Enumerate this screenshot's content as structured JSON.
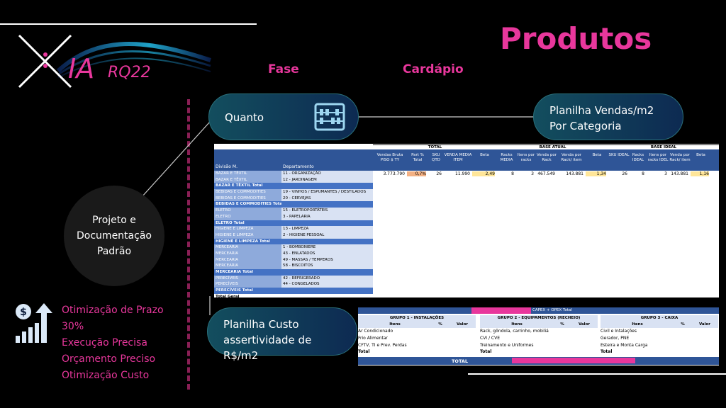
{
  "logo": {
    "text_ia": "IA",
    "text_rq": "RQ22"
  },
  "title": "Produtos",
  "columns": {
    "fase": "Fase",
    "cardapio": "Cardápio"
  },
  "pills": {
    "quanto": "Quanto",
    "vendas_line1": "Planilha Vendas/m2",
    "vendas_line2": "Por Categoria",
    "custo_line1": "Planilha Custo",
    "custo_line2": "assertividade de R$/m2"
  },
  "circle": {
    "line1": "Projeto e",
    "line2": "Documentação",
    "line3": "Padrão"
  },
  "benefits": [
    "Otimização de Prazo",
    "30%",
    "Execução Precisa",
    "Orçamento Preciso",
    "Otimização Custo"
  ],
  "sheet1": {
    "groups": {
      "total": "TOTAL",
      "base_atual": "BASE ATUAL",
      "base_ideal": "BASE IDEAL"
    },
    "left_headers": {
      "divisao": "Divisão M.",
      "departamento": "Departamento"
    },
    "col_headers": [
      "Vendas Bruta PISO $ TY",
      "Part % Total",
      "SKU QTD",
      "VENDA MEDIA ITEM",
      "Beta",
      "Racks MEDIA",
      "Itens por racks",
      "Venda por Rack",
      "Venda por Rack/ item",
      "Beta",
      "SKU IDEAL",
      "Racks IDEAL",
      "Itens por racks IDEL",
      "Venda por Rack/ item",
      "Beta"
    ],
    "first_row_values": [
      "3.773.790",
      "0,7%",
      "26",
      "11.990",
      "2,49",
      "8",
      "3",
      "467.549",
      "143.881",
      "1,34",
      "26",
      "8",
      "3",
      "143.881",
      "1,16"
    ],
    "rows": [
      {
        "type": "item",
        "div": "BAZAR E TÊXTIL",
        "dep": "11 - ORGANIZAÇÃO"
      },
      {
        "type": "item",
        "div": "BAZAR E TÊXTIL",
        "dep": "12 - JARDINAGEM"
      },
      {
        "type": "tot",
        "div": "BAZAR E TÊXTIL Total",
        "dep": ""
      },
      {
        "type": "item",
        "div": "BEBIDAS E COMMODITIES",
        "dep": "19 - VINHOS / ESPUMANTES / DESTILADOS"
      },
      {
        "type": "item",
        "div": "BEBIDAS E COMMODITIES",
        "dep": "20 - CERVEJAS"
      },
      {
        "type": "tot",
        "div": "BEBIDAS E COMMODITIES Total",
        "dep": ""
      },
      {
        "type": "item",
        "div": "ELETRO",
        "dep": "15 - ELETROPORTÁTEIS"
      },
      {
        "type": "item",
        "div": "ELETRO",
        "dep": "3 - PAPELARIA"
      },
      {
        "type": "tot",
        "div": "ELETRO Total",
        "dep": ""
      },
      {
        "type": "item",
        "div": "HIGIENE E LIMPEZA",
        "dep": "13 - LIMPEZA"
      },
      {
        "type": "item",
        "div": "HIGIENE E LIMPEZA",
        "dep": "2 - HIGIENE PESSOAL"
      },
      {
        "type": "tot",
        "div": "HIGIENE E LIMPEZA Total",
        "dep": ""
      },
      {
        "type": "item",
        "div": "MERCEARIA",
        "dep": "1 - BOMBONIERE"
      },
      {
        "type": "item",
        "div": "MERCEARIA",
        "dep": "43 - ENLATADOS"
      },
      {
        "type": "item",
        "div": "MERCEARIA",
        "dep": "49 - MASSAS / TEMPEROS"
      },
      {
        "type": "item",
        "div": "MERCEARIA",
        "dep": "58 - BISCOITOS"
      },
      {
        "type": "tot",
        "div": "MERCEARIA Total",
        "dep": ""
      },
      {
        "type": "item",
        "div": "PERECÍVEIS",
        "dep": "42 - REFRIGERADO"
      },
      {
        "type": "item",
        "div": "PERECÍVEIS",
        "dep": "44 - CONGELADOS"
      },
      {
        "type": "tot",
        "div": "PERECÍVEIS Total",
        "dep": ""
      },
      {
        "type": "plain",
        "div": "Total Geral",
        "dep": ""
      }
    ]
  },
  "sheet2": {
    "top": "CAPEX + OPEX Total",
    "groups": [
      {
        "title": "GRUPO 1 - INSTALAÇÕES",
        "items": [
          "Ar Condicionado",
          "Frio Alimentar",
          "CFTV, TI e Prev. Perdas"
        ]
      },
      {
        "title": "GRUPO 2 - EQUIPAMENTOS (RECHEIO)",
        "items": [
          "Rack, gôndola, carrinho, mobiliá",
          "CVI / CVE",
          "Treinamento e Uniformes"
        ]
      },
      {
        "title": "GRUPO 3 - CAIXA",
        "items": [
          "Civil e Intalações",
          "Gerador, PNE",
          "Esteira e Monta Carga"
        ]
      }
    ],
    "col_itens": "Itens",
    "col_pct": "%",
    "col_valor": "Valor",
    "group_total": "Total",
    "grand_total": "TOTAL"
  },
  "colors": {
    "accent": "#e8379c",
    "sheet_header": "#2f5597"
  }
}
